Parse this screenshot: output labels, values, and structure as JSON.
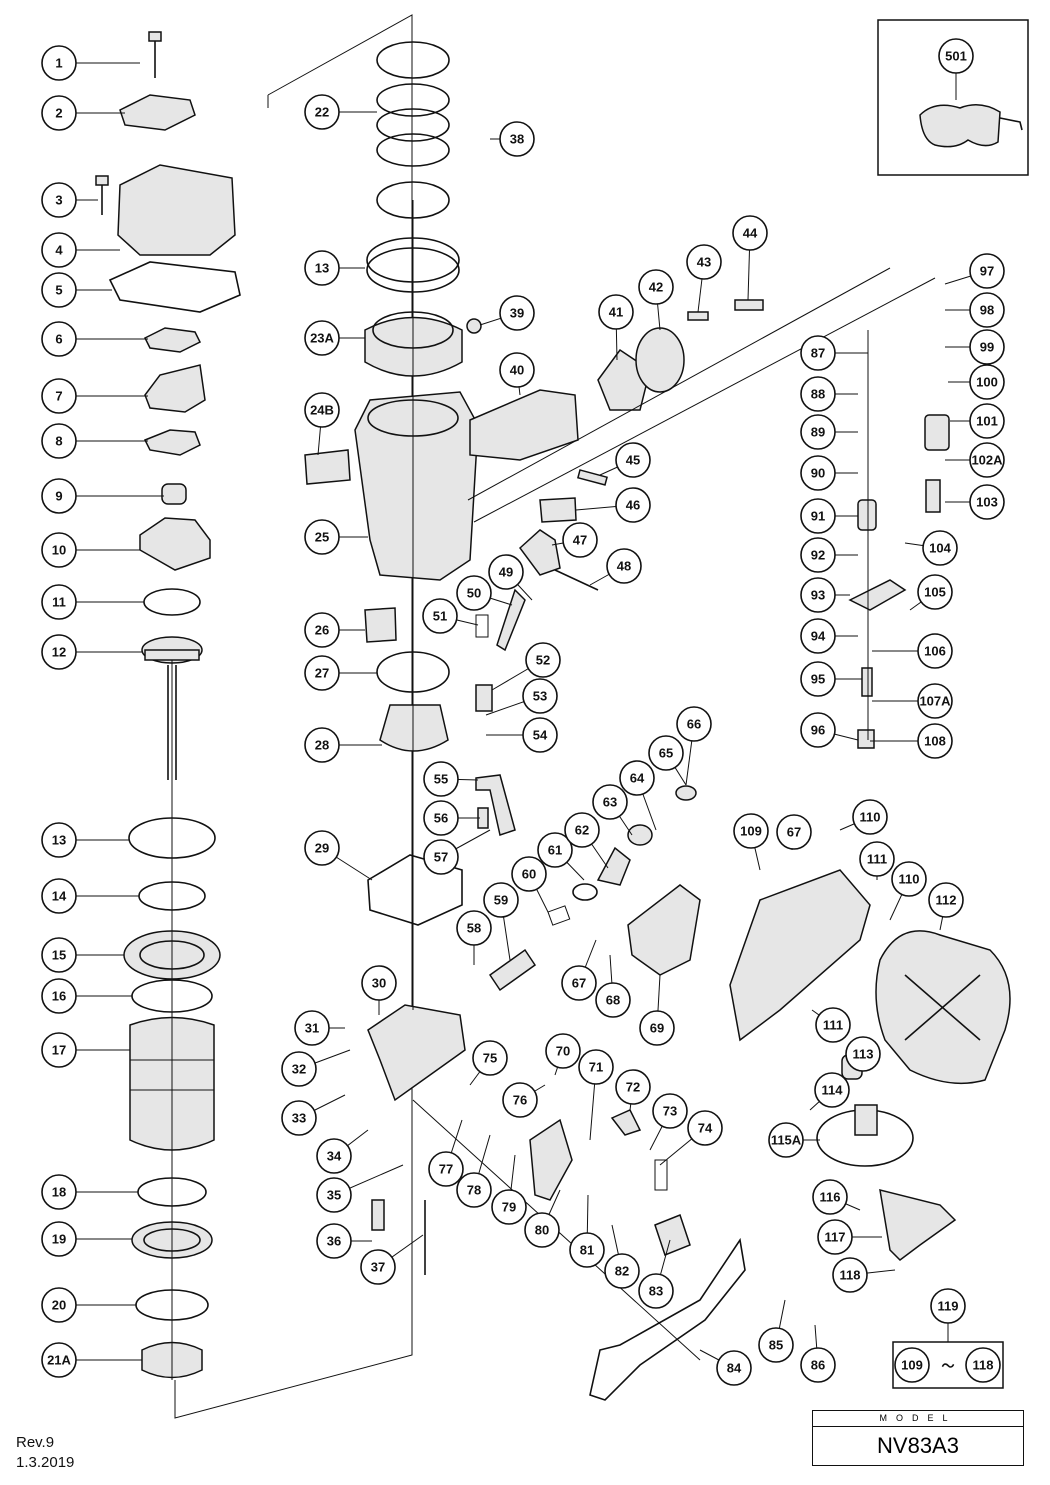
{
  "document": {
    "revision": "Rev.9",
    "date": "1.3.2019",
    "model_label": "MODEL",
    "model": "NV83A3"
  },
  "set_group": {
    "number": "119",
    "range_from": "109",
    "range_sep": "～",
    "range_to": "118"
  },
  "accessory": {
    "number": "501"
  },
  "callouts": [
    "1",
    "2",
    "3",
    "4",
    "5",
    "6",
    "7",
    "8",
    "9",
    "10",
    "11",
    "12",
    "13",
    "14",
    "15",
    "16",
    "17",
    "18",
    "19",
    "20",
    "21A",
    "22",
    "38",
    "13",
    "23A",
    "39",
    "24B",
    "25",
    "26",
    "27",
    "28",
    "29",
    "30",
    "31",
    "32",
    "33",
    "34",
    "35",
    "36",
    "37",
    "40",
    "41",
    "42",
    "43",
    "44",
    "45",
    "46",
    "47",
    "48",
    "49",
    "50",
    "51",
    "52",
    "53",
    "54",
    "55",
    "56",
    "57",
    "58",
    "59",
    "60",
    "61",
    "62",
    "63",
    "64",
    "65",
    "66",
    "67",
    "68",
    "69",
    "70",
    "71",
    "72",
    "73",
    "74",
    "75",
    "76",
    "77",
    "78",
    "79",
    "80",
    "81",
    "82",
    "83",
    "84",
    "85",
    "86",
    "87",
    "88",
    "89",
    "90",
    "91",
    "92",
    "93",
    "94",
    "95",
    "96",
    "97",
    "98",
    "99",
    "100",
    "101",
    "102A",
    "103",
    "104",
    "105",
    "106",
    "107A",
    "108",
    "109",
    "110",
    "111",
    "110",
    "112",
    "111",
    "113",
    "114",
    "115A",
    "116",
    "117",
    "118",
    "67"
  ]
}
